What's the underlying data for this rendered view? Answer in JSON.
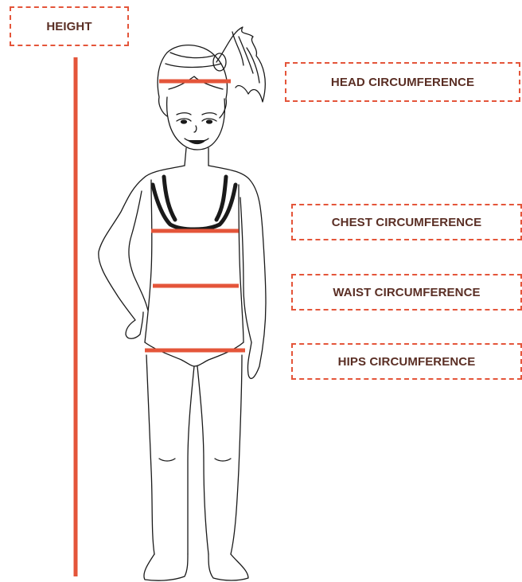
{
  "labels": {
    "height": "HEIGHT",
    "head": "HEAD CIRCUMFERENCE",
    "chest": "CHEST CIRCUMFERENCE",
    "waist": "WAIST CIRCUMFERENCE",
    "hips": "HIPS CIRCUMFERENCE"
  },
  "colors": {
    "accent": "#e4553a",
    "label_text": "#5a2e24",
    "outline": "#1a1a1a"
  }
}
